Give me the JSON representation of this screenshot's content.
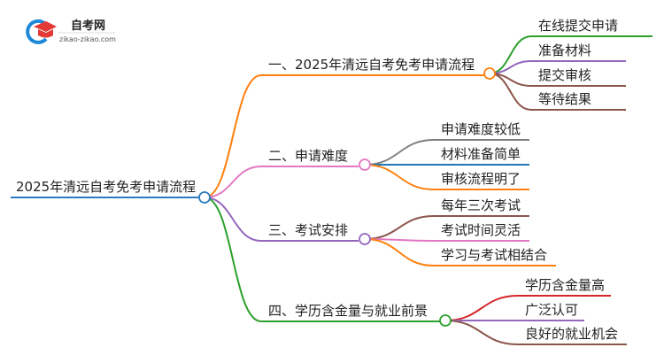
{
  "logo": {
    "title": "自考网",
    "subtitle": "zikao-zikao.com"
  },
  "root": {
    "label": "2025年清远自考免考申请流程",
    "color": "#2b7bbf"
  },
  "branches": [
    {
      "label": "一、2025年清远自考免考申请流程",
      "color": "#ff7f0e",
      "children": [
        {
          "label": "在线提交申请",
          "color": "#2ca02c"
        },
        {
          "label": "准备材料",
          "color": "#9467bd"
        },
        {
          "label": "提交审核",
          "color": "#8c564b"
        },
        {
          "label": "等待结果",
          "color": "#8c564b"
        }
      ]
    },
    {
      "label": "二、申请难度",
      "color": "#e377c2",
      "children": [
        {
          "label": "申请难度较低",
          "color": "#7f7f7f"
        },
        {
          "label": "材料准备简单",
          "color": "#1f77b4"
        },
        {
          "label": "审核流程明了",
          "color": "#ff7f0e"
        }
      ]
    },
    {
      "label": "三、考试安排",
      "color": "#9467bd",
      "children": [
        {
          "label": "每年三次考试",
          "color": "#8c564b"
        },
        {
          "label": "考试时间灵活",
          "color": "#e377c2"
        },
        {
          "label": "学习与考试相结合",
          "color": "#ff7f0e"
        }
      ]
    },
    {
      "label": "四、学历含金量与就业前景",
      "color": "#2ca02c",
      "children": [
        {
          "label": "学历含金量高",
          "color": "#d62728"
        },
        {
          "label": "广泛认可",
          "color": "#9467bd"
        },
        {
          "label": "良好的就业机会",
          "color": "#8c564b"
        }
      ]
    }
  ]
}
